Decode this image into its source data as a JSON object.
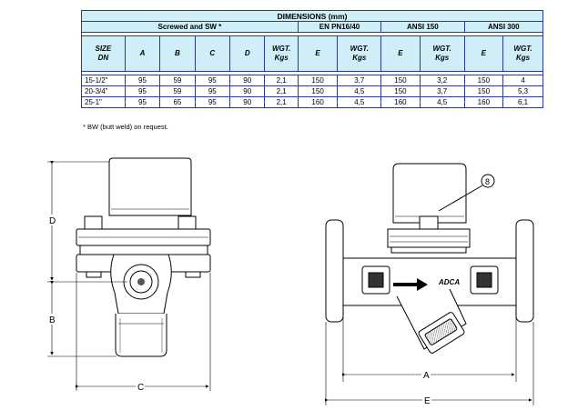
{
  "table": {
    "title": "DIMENSIONS (mm)",
    "groups": {
      "screwed": "Screwed and SW *",
      "en": "EN PN16/40",
      "ansi150": "ANSI 150",
      "ansi300": "ANSI 300"
    },
    "headers": [
      "SIZE\nDN",
      "A",
      "B",
      "C",
      "D",
      "WGT.\nKgs",
      "E",
      "WGT.\nKgs",
      "E",
      "WGT.\nKgs",
      "E",
      "WGT.\nKgs"
    ],
    "rows": [
      [
        "15-1/2\"",
        "95",
        "59",
        "95",
        "90",
        "2,1",
        "150",
        "3,7",
        "150",
        "3,2",
        "150",
        "4"
      ],
      [
        "20-3/4\"",
        "95",
        "59",
        "95",
        "90",
        "2,1",
        "150",
        "4,5",
        "150",
        "3,7",
        "150",
        "5,3"
      ],
      [
        "25-1\"",
        "95",
        "65",
        "95",
        "90",
        "2,1",
        "160",
        "4,5",
        "160",
        "4,5",
        "160",
        "6,1"
      ]
    ]
  },
  "note": "* BW (butt weld) on request.",
  "drawing": {
    "labels": {
      "D": "D",
      "B": "B",
      "C": "C",
      "A": "A",
      "E": "E",
      "callout": "8"
    },
    "logo": "ADCA"
  }
}
